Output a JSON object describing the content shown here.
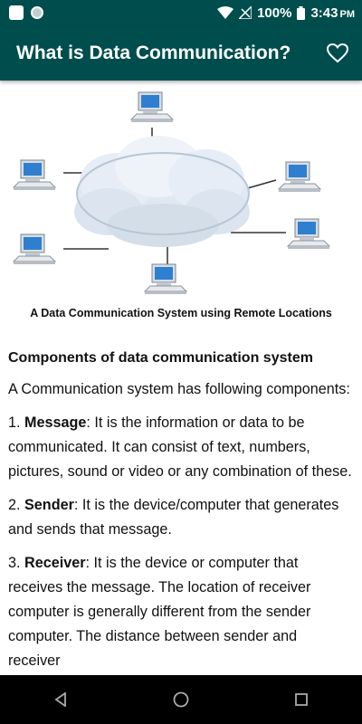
{
  "status_bar": {
    "battery": "100%",
    "time": "3:43",
    "ampm": "PM"
  },
  "app_bar": {
    "title": "What is Data Communication?",
    "favorite_icon": "heart-outline-icon"
  },
  "diagram": {
    "caption": "A Data Communication System using Remote Locations",
    "icons": [
      "cloud-icon",
      "computer-icon"
    ]
  },
  "article": {
    "heading": "Components of data communication system",
    "intro": "A Communication system has following components:",
    "items": [
      {
        "number": "1. ",
        "term": "Message",
        "text": ": It is the information or data to be communicated. It can consist of text, numbers, pictures, sound or video or any combination of these."
      },
      {
        "number": "2. ",
        "term": "Sender",
        "text": ": It is the device/computer that generates and sends that message."
      },
      {
        "number": "3. ",
        "term": "Receiver",
        "text": ": It is the device or computer that receives the message. The location of receiver computer is generally different from the sender computer. The distance between sender and receiver"
      }
    ]
  },
  "nav_bar": {
    "back_icon": "back-triangle-icon",
    "home_icon": "home-circle-icon",
    "recents_icon": "recents-square-icon"
  },
  "colors": {
    "primary": "#004d4d",
    "nav_background": "#000000"
  }
}
